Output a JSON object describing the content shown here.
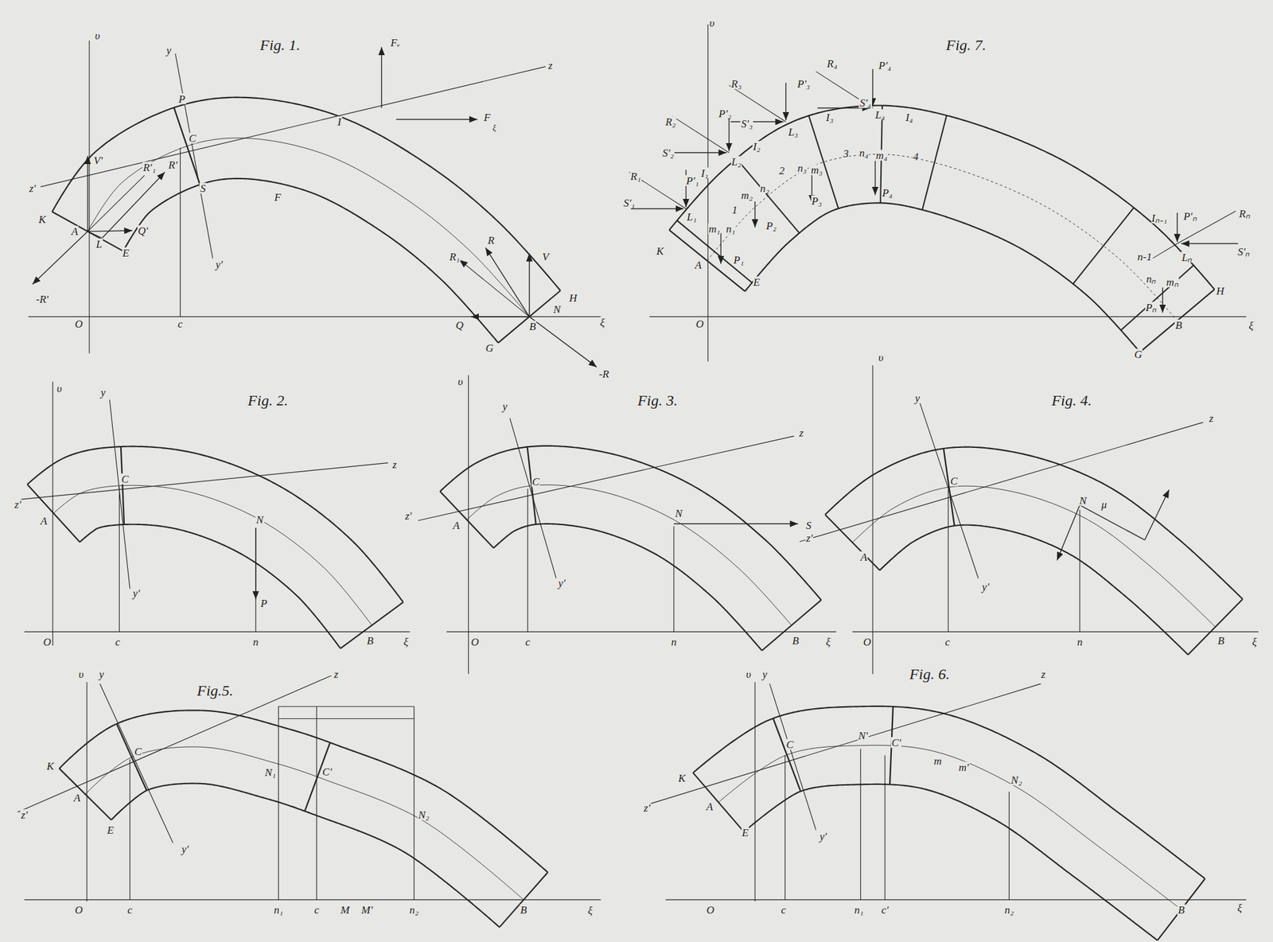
{
  "diagram": {
    "labels": [
      "Fig. 1.",
      "υ",
      "y",
      "Fᵥ",
      "z",
      "P",
      "I",
      "F",
      "ξ",
      "C",
      "V'",
      "R'₁",
      "R'",
      "z'",
      "S",
      "F",
      "K",
      "A",
      "L",
      "Q'",
      "E",
      "y'",
      "R",
      "R₁",
      "V",
      "H",
      "N",
      "Q",
      "B",
      "G",
      "-R'",
      "-R",
      "O",
      "c",
      "ξ",
      "Fig. 2.",
      "υ",
      "y",
      "z",
      "C",
      "z'",
      "A",
      "N",
      "y'",
      "P",
      "O",
      "c",
      "n",
      "B",
      "ξ",
      "Fig. 3.",
      "υ",
      "y",
      "z",
      "C",
      "z'",
      "A",
      "N",
      "S",
      "y'",
      "O",
      "c",
      "n",
      "B",
      "ξ",
      "Fig. 4.",
      "υ",
      "y",
      "z",
      "C",
      "N",
      "μ",
      "z'",
      "A",
      "y'",
      "O",
      "c",
      "n",
      "B",
      "ξ",
      "Fig.5.",
      "υ",
      "y",
      "z",
      "K",
      "C",
      "A",
      "E",
      "z'",
      "y'",
      "N₁",
      "C'",
      "N₂",
      "O",
      "c",
      "n₁",
      "c",
      "M",
      "M'",
      "n₂",
      "B",
      "ξ",
      "Fig. 6.",
      "υ",
      "y",
      "z",
      "C",
      "N'",
      "C'",
      "K",
      "m",
      "m'",
      "N₂",
      "A",
      "z'",
      "E",
      "y'",
      "O",
      "c",
      "n₁",
      "c'",
      "n₂",
      "B",
      "ξ",
      "Fig. 7.",
      "υ",
      "R₄",
      "P'₄",
      "R₃",
      "P'₃",
      "P'₂",
      "S'₄",
      "S'₃",
      "R₂",
      "I₃",
      "I₄",
      "L₄",
      "L₃",
      "I₂",
      "S'₂",
      "L₂",
      "3",
      "n₄",
      "m₄",
      "4",
      "2",
      "n₃",
      "m₃",
      "R₁",
      "I₁",
      "P₄",
      "m₂",
      "n₂",
      "P'₁",
      "S'₁",
      "L₁",
      "1",
      "P₃",
      "m₁",
      "n₁",
      "P₂",
      "K",
      "A",
      "P₁",
      "E",
      "Iₙ₋₁",
      "P'ₙ",
      "Rₙ",
      "n-1",
      "Lₙ",
      "S'ₙ",
      "nₙ",
      "mₙ",
      "H",
      "Pₙ",
      "O",
      "B",
      "ξ",
      "G"
    ]
  }
}
